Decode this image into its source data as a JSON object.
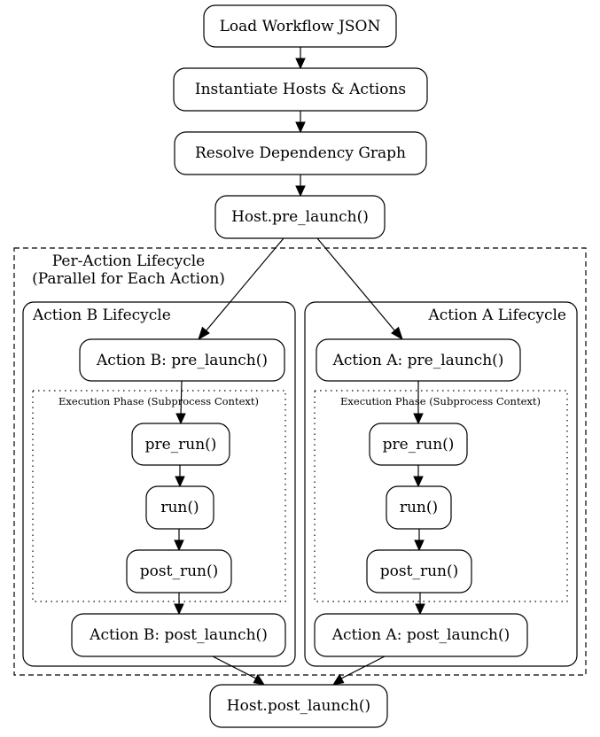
{
  "nodes": {
    "load": "Load Workflow JSON",
    "instantiate": "Instantiate Hosts & Actions",
    "resolve": "Resolve Dependency Graph",
    "host_pre": "Host.pre_launch()",
    "b_pre": "Action B: pre_launch()",
    "b_pre_run": "pre_run()",
    "b_run": "run()",
    "b_post_run": "post_run()",
    "b_post": "Action B: post_launch()",
    "a_pre": "Action A: pre_launch()",
    "a_pre_run": "pre_run()",
    "a_run": "run()",
    "a_post_run": "post_run()",
    "a_post": "Action A: post_launch()",
    "host_post": "Host.post_launch()"
  },
  "clusters": {
    "outer_line1": "Per-Action Lifecycle",
    "outer_line2": "(Parallel for Each Action)",
    "b_lifecycle": "Action B Lifecycle",
    "a_lifecycle": "Action A Lifecycle",
    "b_exec": "Execution Phase (Subprocess Context)",
    "a_exec": "Execution Phase (Subprocess Context)"
  }
}
